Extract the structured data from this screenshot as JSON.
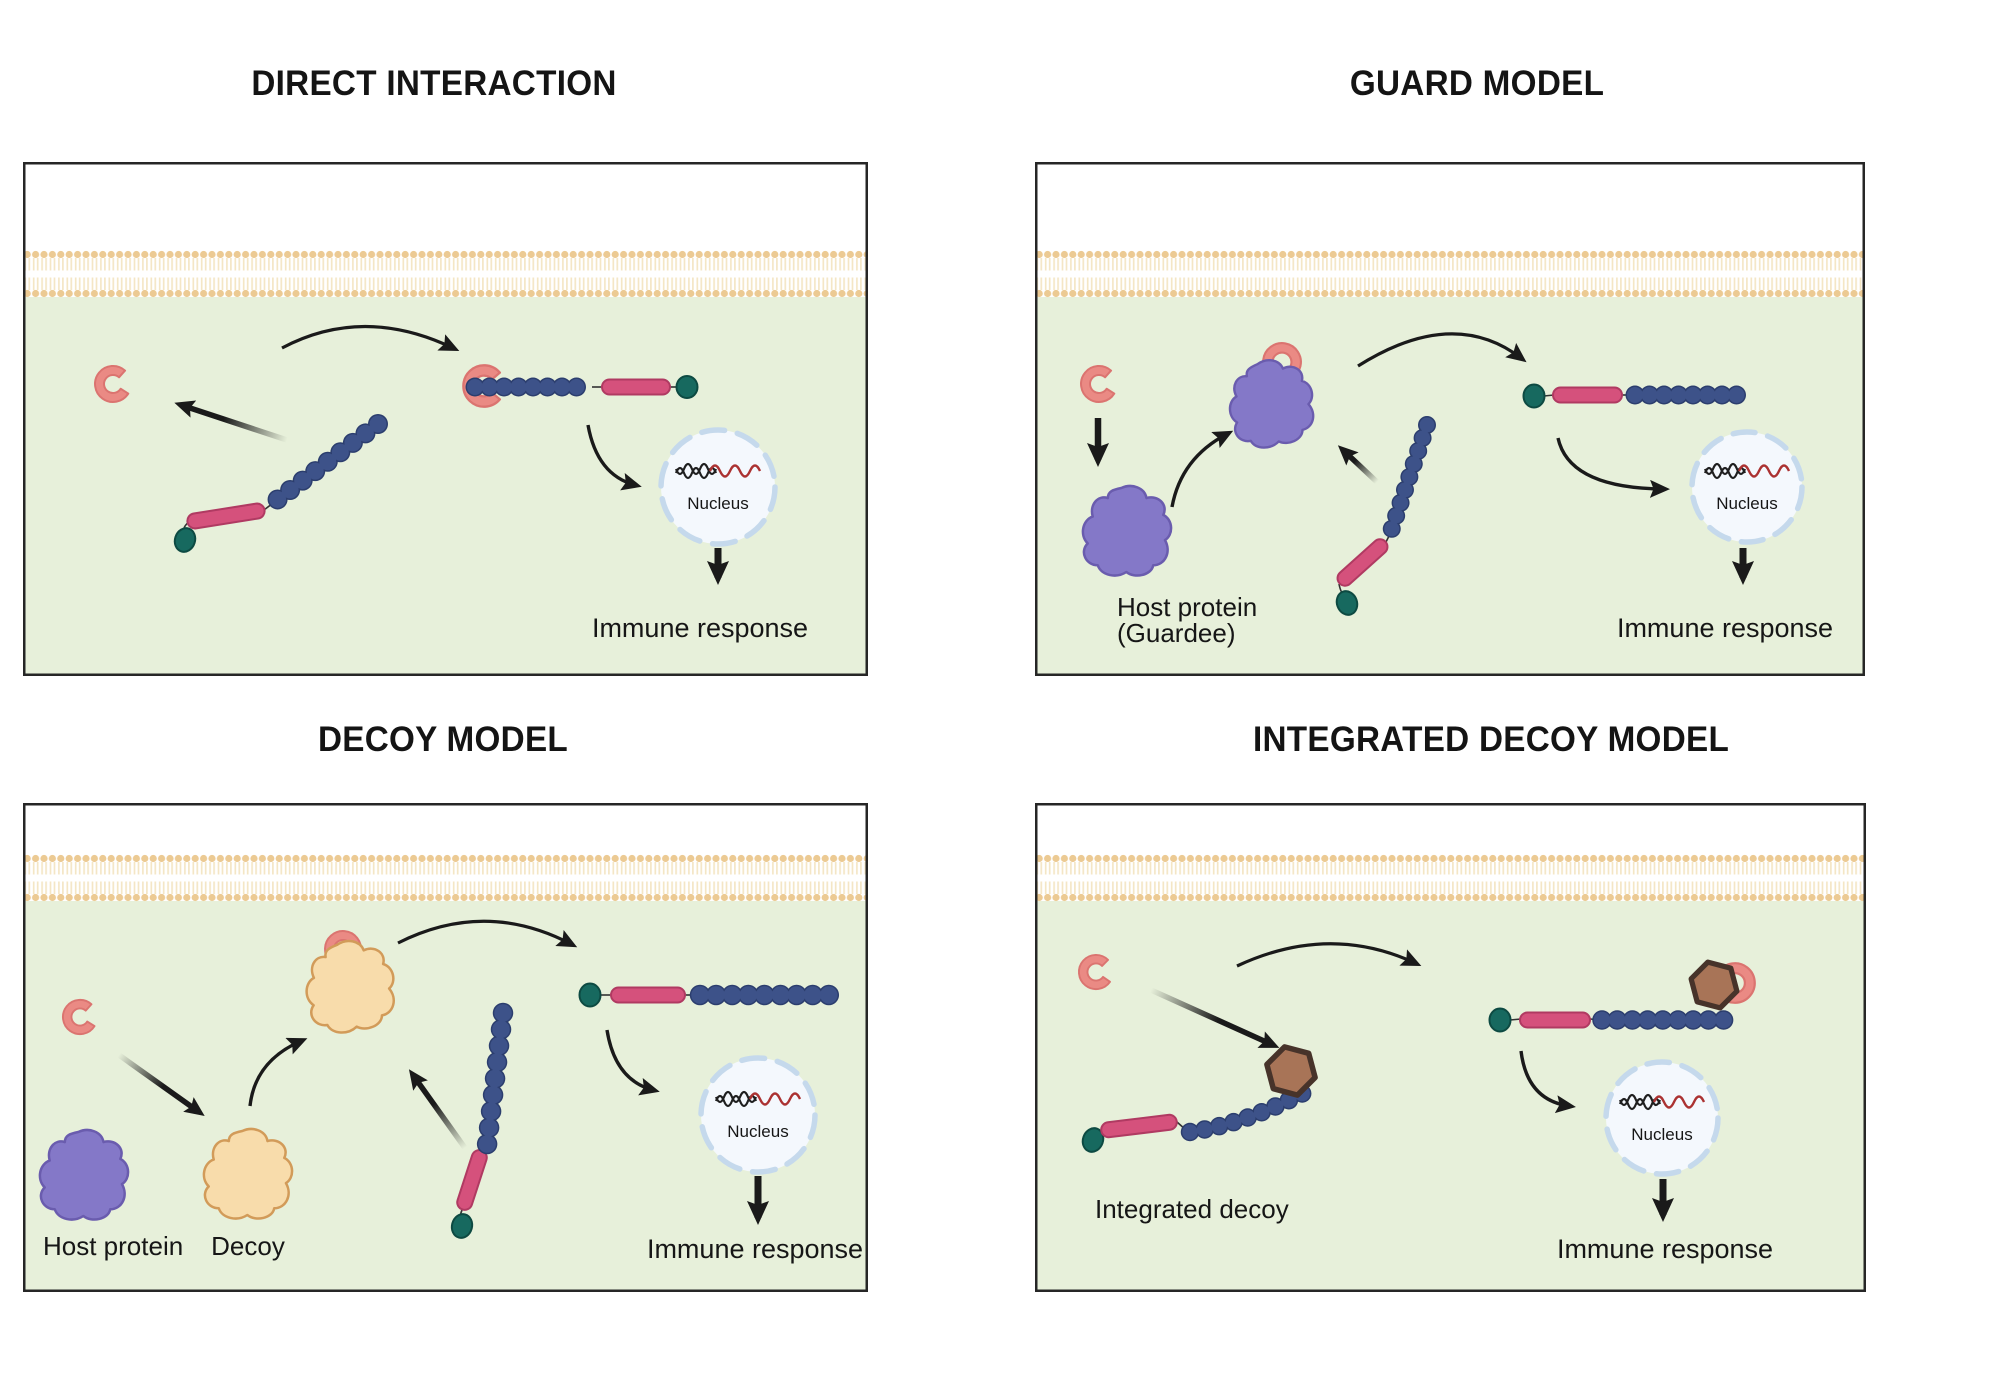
{
  "p1": {
    "title": "DIRECT INTERACTION",
    "immune": "Immune response",
    "nucleus": "Nucleus"
  },
  "p2": {
    "title": "GUARD MODEL",
    "immune": "Immune response",
    "nucleus": "Nucleus",
    "host_protein_line1": "Host protein",
    "host_protein_line2": "(Guardee)"
  },
  "p3": {
    "title": "DECOY MODEL",
    "immune": "Immune response",
    "nucleus": "Nucleus",
    "host_protein": "Host protein",
    "decoy": "Decoy"
  },
  "p4": {
    "title": "INTEGRATED DECOY MODEL",
    "immune": "Immune response",
    "nucleus": "Nucleus",
    "integrated_decoy": "Integrated decoy"
  },
  "colors": {
    "cell_interior": "#e7f0da",
    "membrane_head": "#ecca93",
    "membrane_tail": "#f4e6c5",
    "effector_pink": "#ea8a84",
    "host_protein_purple": "#8478c8",
    "decoy_tan": "#f8dcab",
    "lrr_bead_blue": "#3d5289",
    "receptor_rod_pink": "#d5517c",
    "receptor_teal": "#17695f",
    "integrated_decoy_brown": "#a87457",
    "nucleus_fill": "#f4f8fd",
    "nucleus_ring": "#c5d9ec",
    "dna_red": "#ab3232",
    "arrow_black": "#1a1a1a",
    "panel_border": "#262626"
  }
}
